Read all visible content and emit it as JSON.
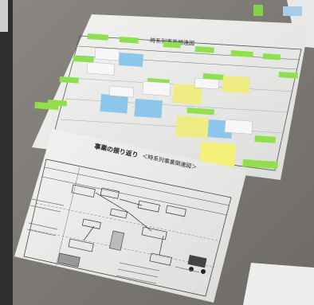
{
  "photo": {
    "description_free": true,
    "top_sheet": {
      "title": "時系列事業関連図"
    },
    "bottom_sheet": {
      "heading": "事業の振り返り",
      "heading_suffix": "＜時系列事業関連図＞"
    }
  }
}
